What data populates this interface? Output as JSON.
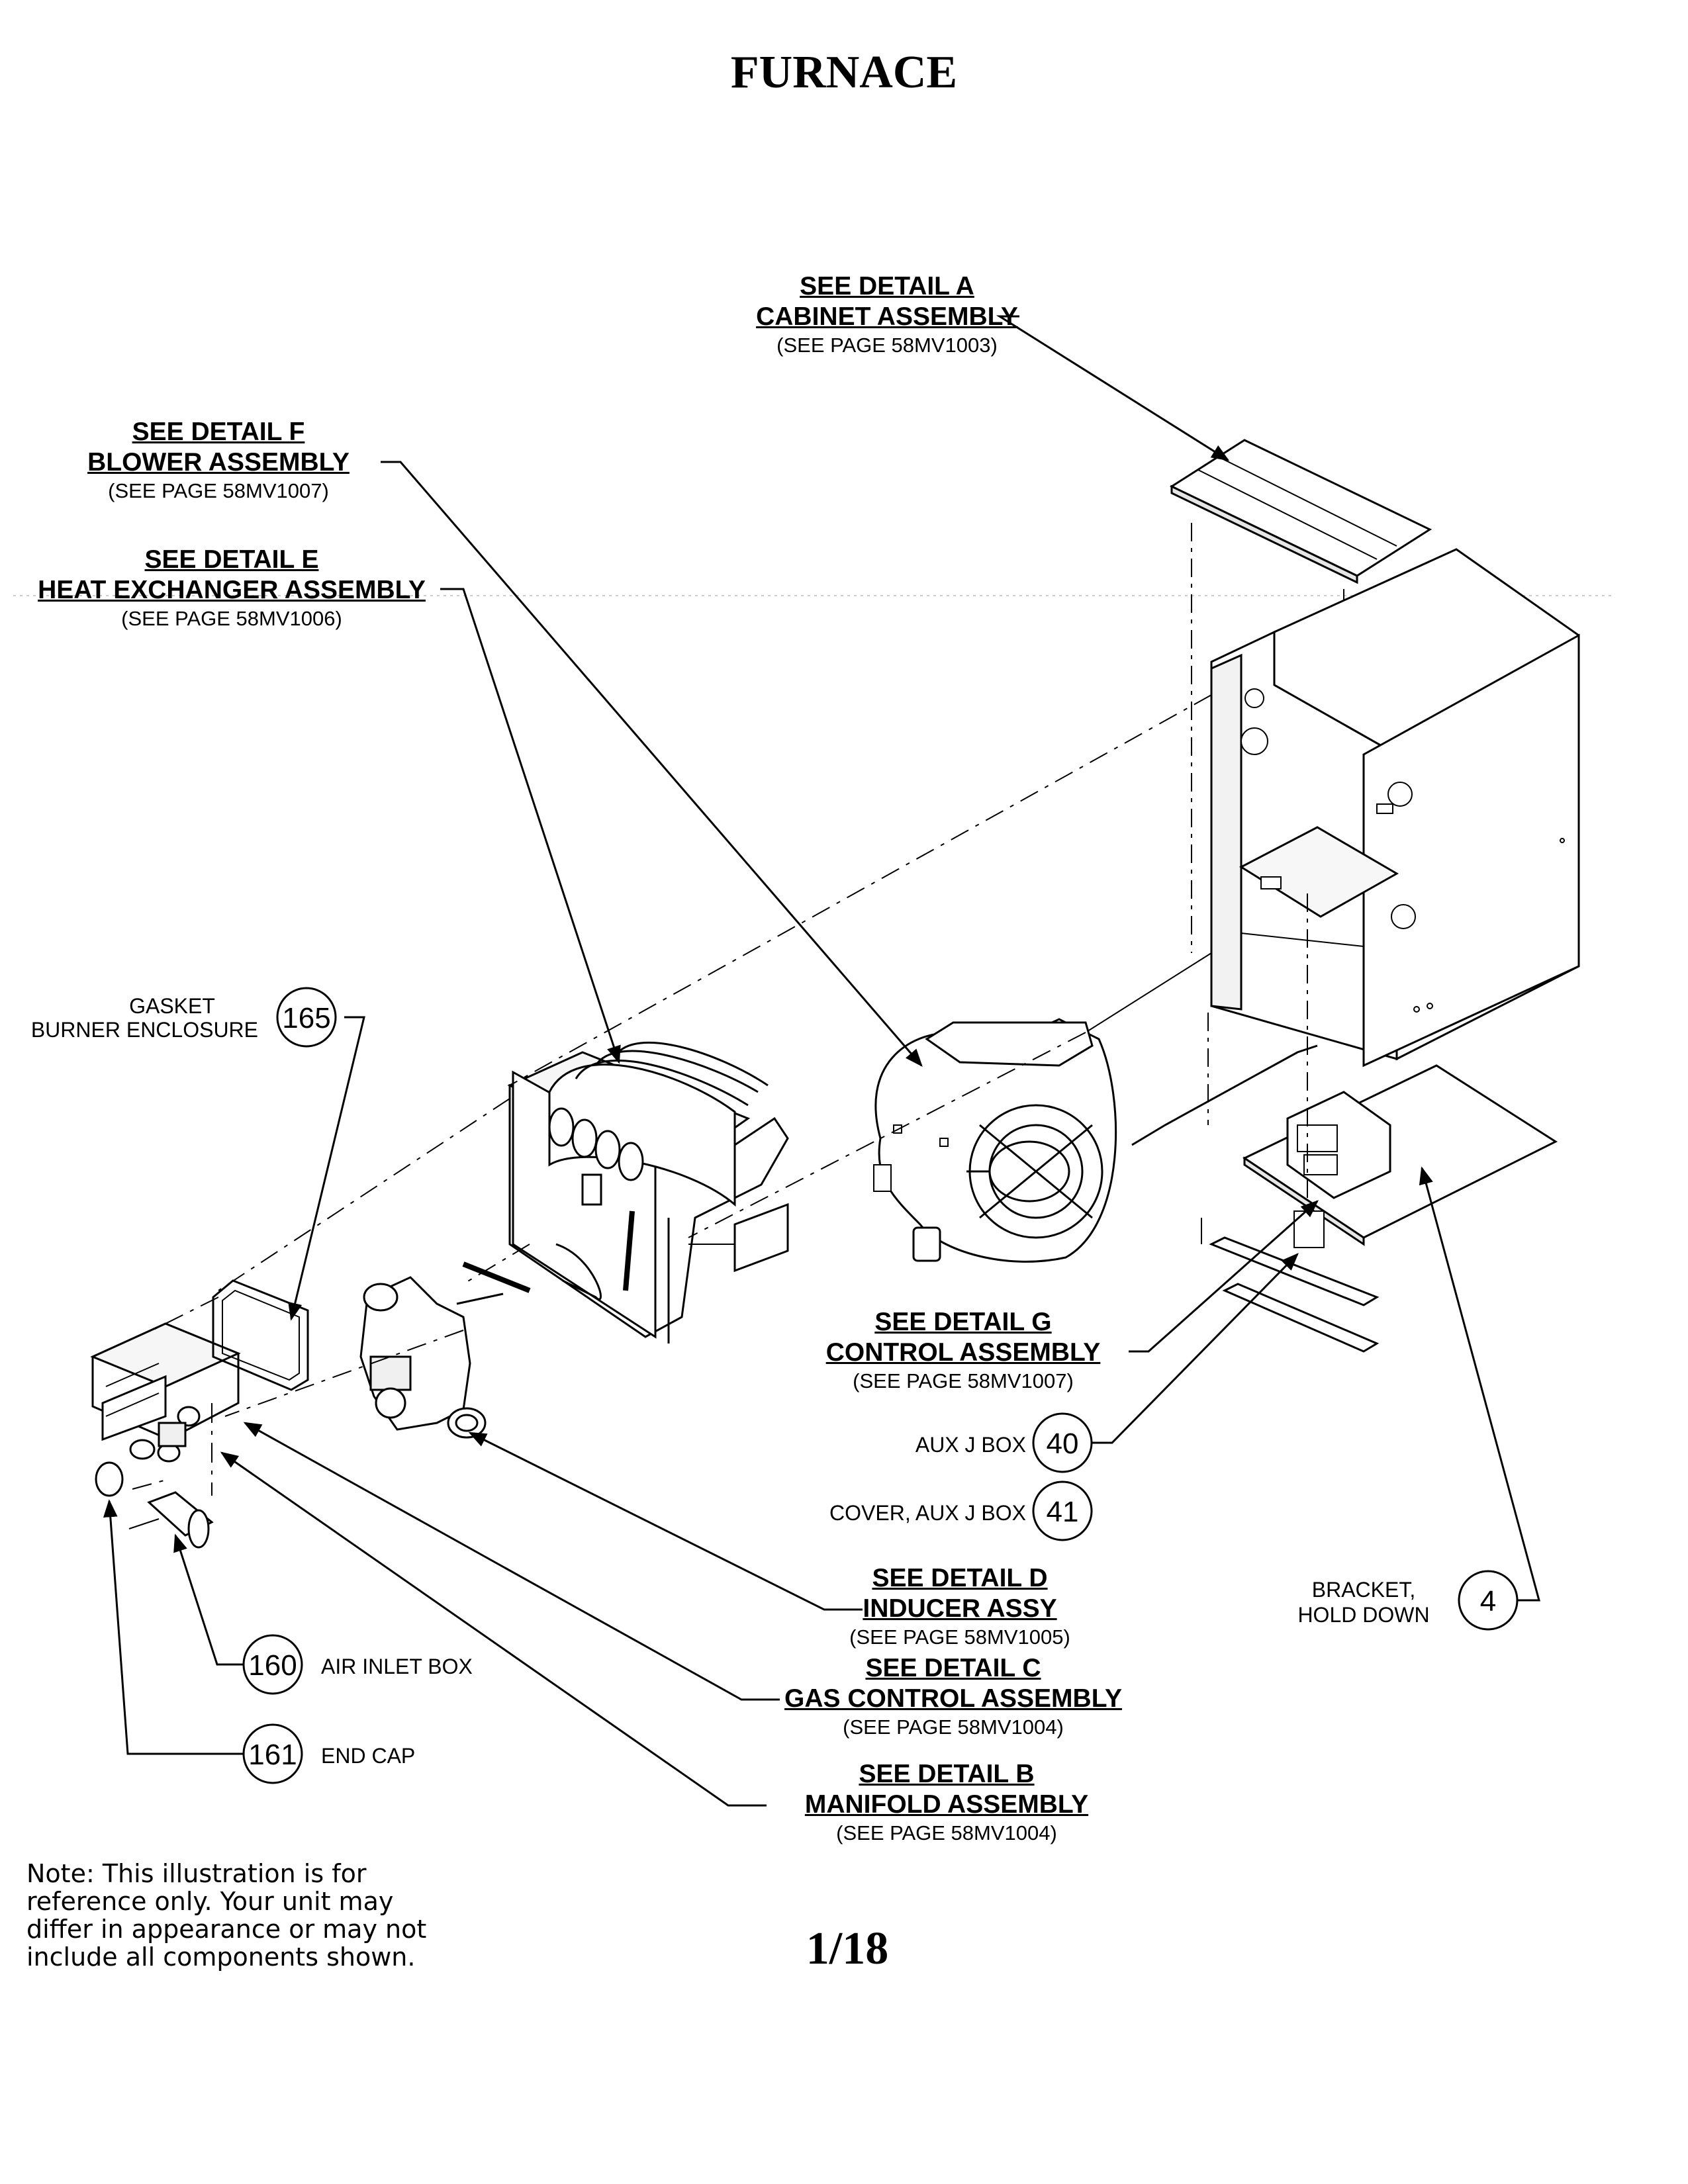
{
  "page": {
    "title": "FURNACE",
    "page_number": "1/18",
    "note": [
      "Note: This illustration is for",
      "reference only. Your unit may",
      "differ in appearance or may not",
      "include all components shown."
    ]
  },
  "details": {
    "a": {
      "heading": "SEE DETAIL A",
      "name": "CABINET ASSEMBLY",
      "ref": "(SEE PAGE 58MV1003)"
    },
    "f": {
      "heading": "SEE DETAIL F",
      "name": "BLOWER ASSEMBLY",
      "ref": "(SEE PAGE 58MV1007)"
    },
    "e": {
      "heading": "SEE DETAIL E",
      "name": "HEAT EXCHANGER ASSEMBLY",
      "ref": "(SEE PAGE 58MV1006)"
    },
    "g": {
      "heading": "SEE DETAIL G",
      "name": "CONTROL ASSEMBLY",
      "ref": "(SEE PAGE 58MV1007)"
    },
    "d": {
      "heading": "SEE DETAIL D",
      "name": "INDUCER ASSY",
      "ref": "(SEE PAGE 58MV1005)"
    },
    "c": {
      "heading": "SEE DETAIL C",
      "name": "GAS CONTROL ASSEMBLY",
      "ref": "(SEE PAGE 58MV1004)"
    },
    "b": {
      "heading": "SEE DETAIL B",
      "name": "MANIFOLD ASSEMBLY",
      "ref": "(SEE PAGE 58MV1004)"
    }
  },
  "callouts": {
    "gasket": {
      "number": "165",
      "line1": "GASKET",
      "line2": "BURNER ENCLOSURE"
    },
    "aux_j_box": {
      "number": "40",
      "label": "AUX J BOX"
    },
    "cover_aux_j_box": {
      "number": "41",
      "label": "COVER, AUX J BOX"
    },
    "bracket": {
      "number": "4",
      "line1": "BRACKET,",
      "line2": "HOLD DOWN"
    },
    "air_inlet_box": {
      "number": "160",
      "label": "AIR INLET BOX"
    },
    "end_cap": {
      "number": "161",
      "label": "END CAP"
    }
  }
}
